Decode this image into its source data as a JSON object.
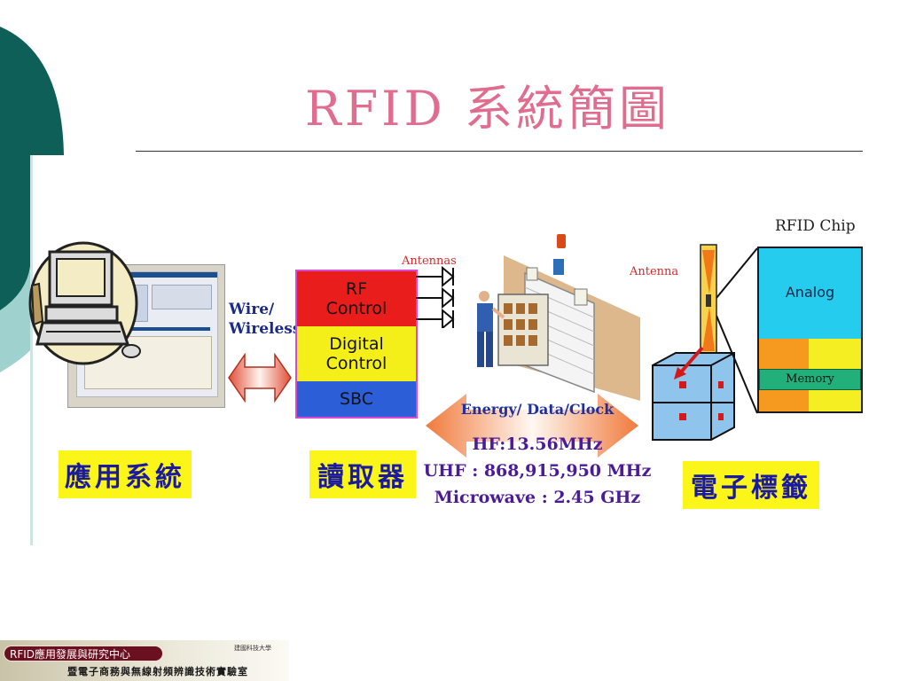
{
  "slide": {
    "title": "RFID  系統簡圖"
  },
  "application": {
    "caption": "應用系統",
    "link_label_line1": "Wire/",
    "link_label_line2": "Wireless"
  },
  "reader": {
    "caption": "讀取器",
    "rf_line1": "RF",
    "rf_line2": "Control",
    "digital_line1": "Digital",
    "digital_line2": "Control",
    "sbc": "SBC",
    "antennas_label": "Antennas"
  },
  "air_interface": {
    "energy_label": "Energy/ Data/Clock",
    "hf": "HF:13.56MHz",
    "uhf": "UHF : 868,915,950 MHz",
    "microwave": "Microwave : 2.45 GHz"
  },
  "tag": {
    "caption": "電子標籤",
    "chip_label": "RFID Chip",
    "antenna_label": "Antenna",
    "analog": "Analog",
    "memory": "Memory"
  },
  "footer": {
    "center_name": "RFID應用發展與研究中心",
    "lab_name": "暨電子商務與無線射頻辨識技術實驗室",
    "university": "建國科技大學"
  },
  "colors": {
    "title": "#e06d8f",
    "rf_block": "#ea1d1d",
    "digital_block": "#f5ef19",
    "sbc_block": "#2c5fd7",
    "caption_bg": "#fbf519",
    "caption_text": "#1a1aa0",
    "analog_block": "#26ccee",
    "memory_block": "#22b07a",
    "teal_dark": "#0e5f58",
    "teal_light": "#9fd1cf"
  }
}
